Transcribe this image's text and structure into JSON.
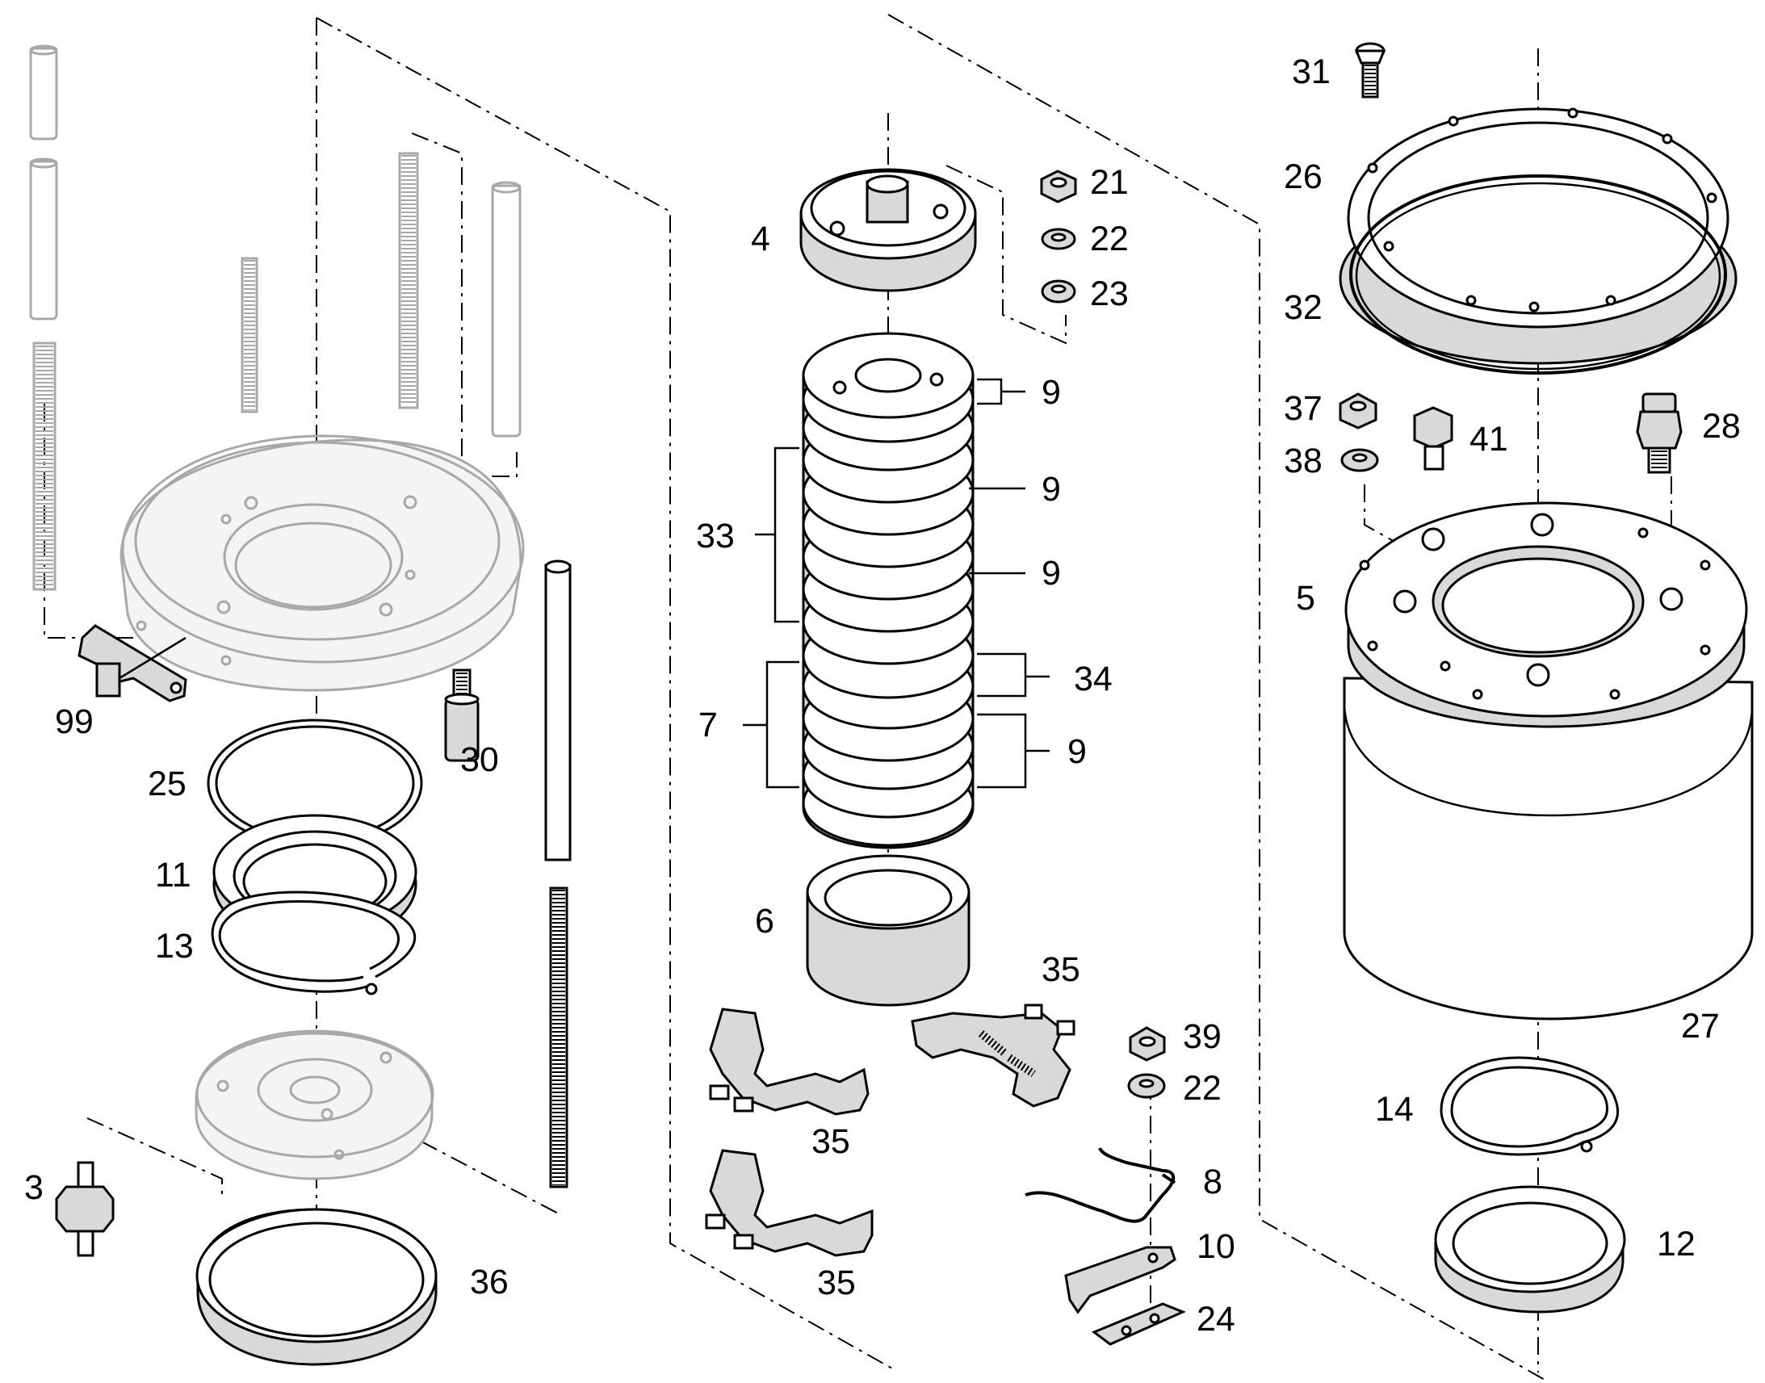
{
  "diagram": {
    "labels": {
      "p99": "99",
      "p25": "25",
      "p11": "11",
      "p13": "13",
      "p3": "3",
      "p36": "36",
      "p30": "30",
      "p4": "4",
      "p21": "21",
      "p22a": "22",
      "p23": "23",
      "p9a": "9",
      "p9b": "9",
      "p9c": "9",
      "p9d": "9",
      "p33": "33",
      "p34": "34",
      "p7": "7",
      "p6": "6",
      "p35a": "35",
      "p35b": "35",
      "p35c": "35",
      "p39": "39",
      "p22b": "22",
      "p8": "8",
      "p10": "10",
      "p24": "24",
      "p31": "31",
      "p26": "26",
      "p32": "32",
      "p37": "37",
      "p38": "38",
      "p41": "41",
      "p28": "28",
      "p5": "5",
      "p27": "27",
      "p14": "14",
      "p12": "12"
    }
  }
}
